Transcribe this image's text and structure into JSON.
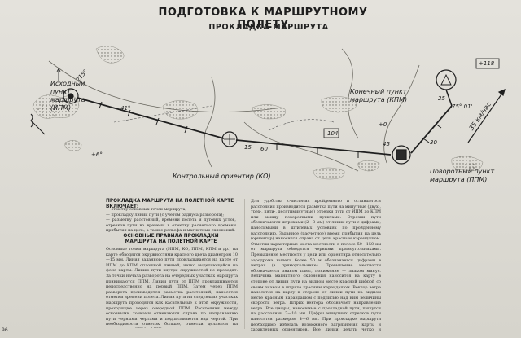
{
  "header": {
    "title": "ПОДГОТОВКА К МАРШРУТНОМУ ПОЛЕТУ",
    "subtitle": "ПРОКЛАДКА МАРШРУТА"
  },
  "map": {
    "start_point": "Исходный пункт маршрута (ИПМ)",
    "control_point": "Контрольный ориентир (КО)",
    "end_point": "Конечный пункт маршрута (КПМ)",
    "turn_point": "Поворотный пункт маршрута (ППМ)",
    "speed": "35 км/час",
    "heading_label": "215°",
    "heading2": "75° 01'",
    "grid_label": "104",
    "box_label": "+118",
    "bearing_label": "41°",
    "dist_15": "15",
    "dist_30": "30",
    "dist_45": "45",
    "dist_60": "60",
    "dist_25": "25",
    "plus6": "+6°",
    "plus0": "+0"
  },
  "left_col": {
    "section1_title": "ПРОКЛАДКА МАРШРУТА НА ПОЛЕТНОЙ КАРТЕ ВКЛЮЧАЕТ:",
    "section1_items": [
      "— отметку основных точек маршрута;",
      "— прокладку линии пути (с учетом радиуса разворота);",
      "— разметку расстояний, времени полета и путевых углов, отрезков пути во времени в отметку расчетного времени прибытия на цель, а также рельефа и магнитных склонений."
    ],
    "section2_title": "ОСНОВНЫЕ ПРАВИЛА ПРОКЛАДКИ МАРШРУТА НА ПОЛЕТНОЙ КАРТЕ",
    "section2_text": "Основные точки маршрута (ИПМ, КО, ППМ, КПМ и др.) на карте обводятся окружностями красного цвета диаметром 10—15 мм. Линия заданного пути прокладывается на карте от ИПМ до КПМ сплошной линией, четко выделяющейся на фоне карты. Линию пути внутри окружностей не проводят. За точки начала разворота на очередных участках маршрута принимаются ППМ. Линии пути от ППМ прокладываются непосредственно на первый ППМ. Затем через ППМ разворота производится разметка расстояний, наносятся отметки времени полета. Линии пути на следующих участках маршрута проводятся как касательные к этой окружности, проходящие через очередной ППМ. Расстояния между основными точками отмечаются справа по направлению пути черными чертами и подписываются над чертой. При необходимости отметок больше, отметки делаются на участке до КПМ. МПУ наносятся справа от разметки расстояний и штрихуются с номером красным карандашом."
  },
  "right_col": {
    "text": "Для удобства счисления пройденного и оставшегося расстояния производится разметка пути на минутные (двух-, трех-, пяти-, десятиминутные) отрезки пути от ИПМ до КПМ или между поворотными пунктами. Отрезки пути обозначаются штрихами (2—3 мм) от линии пути с цифрами, наносимыми в штилевых условиях по пройденному расстоянию. Заданное (расчетное) время прибытия на цель (ориентир) наносится справа от цели красным карандашом. Отметки характерные места местности в полосе 50—150 км от маршрута обводятся черными прямоугольниками. Превышение местности у цели или ориентира относительно аэродрома вылета более 50 м обозначается цифрами в метрах (в прямоугольнике). Превышение местности обозначается знаком плюс, понижение — знаком минус. Величина магнитного склонения наносится на карту в стороне от линии пути на видном месте красной цифрой со своим знаком в штрихе красным карандашом. Вектор ветра наносится на карту в стороне от линии пути на видном месте красным карандашом с подписью над ним величины скорости ветра. Штрих вектора обозначает направление ветра. Все цифры, наносимые с прокладкой пути, пишутся на расстоянии 7—10 мм. Цифры минутных отрезков пути наносятся размером 4—6 мм. При прокладке маршрута необходимо избегать возможного загрязнения карты и характерных ориентиров. Все линии делать четко и разборчиво."
  },
  "page_number": "96"
}
